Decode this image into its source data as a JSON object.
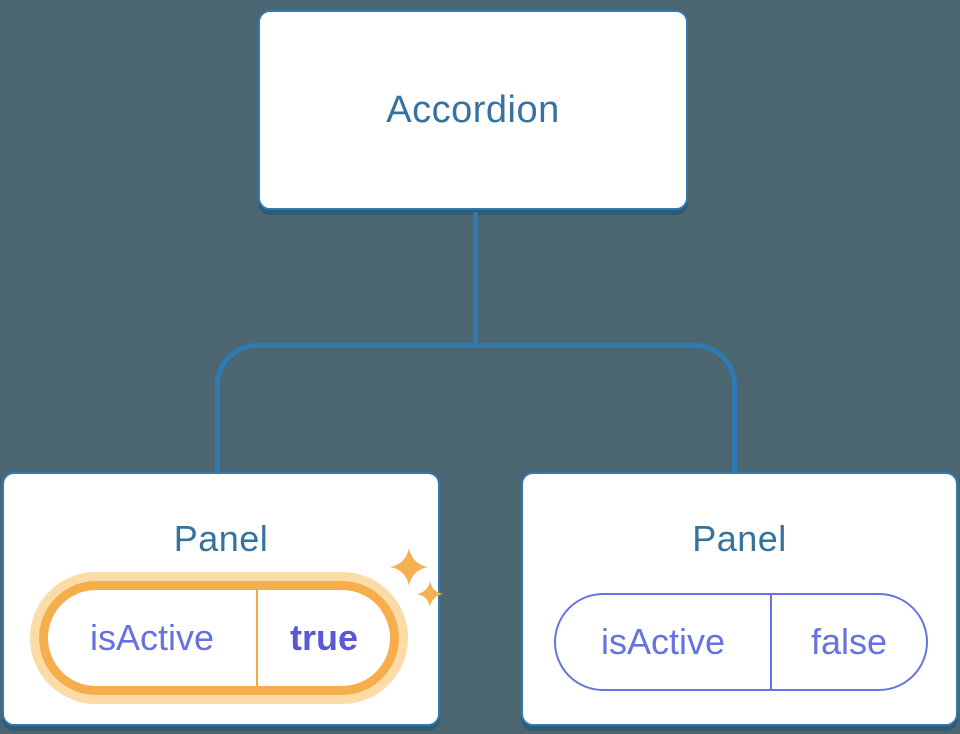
{
  "diagram": {
    "root": {
      "label": "Accordion"
    },
    "panels": [
      {
        "title": "Panel",
        "state_key": "isActive",
        "state_value": "true",
        "highlighted": true
      },
      {
        "title": "Panel",
        "state_key": "isActive",
        "state_value": "false",
        "highlighted": false
      }
    ]
  },
  "icons": {
    "sparkle_big": "sparkle-icon",
    "sparkle_small": "sparkle-icon"
  },
  "colors": {
    "background": "#4c6671",
    "node_background": "#ffffff",
    "node_border": "#2e7ab2",
    "node_shadow": "rgba(16,78,118,0.45)",
    "connector": "#2e7ab2",
    "node_text": "#35739e",
    "state_key_text": "#6672df",
    "state_value_active_text": "#5a58d6",
    "state_pill_border": "#6673e2",
    "highlight_ring": "#f6ae4d",
    "highlight_halo": "#fbdba6",
    "highlight_divider": "#f2a944",
    "sparkle": "#f5b052"
  }
}
